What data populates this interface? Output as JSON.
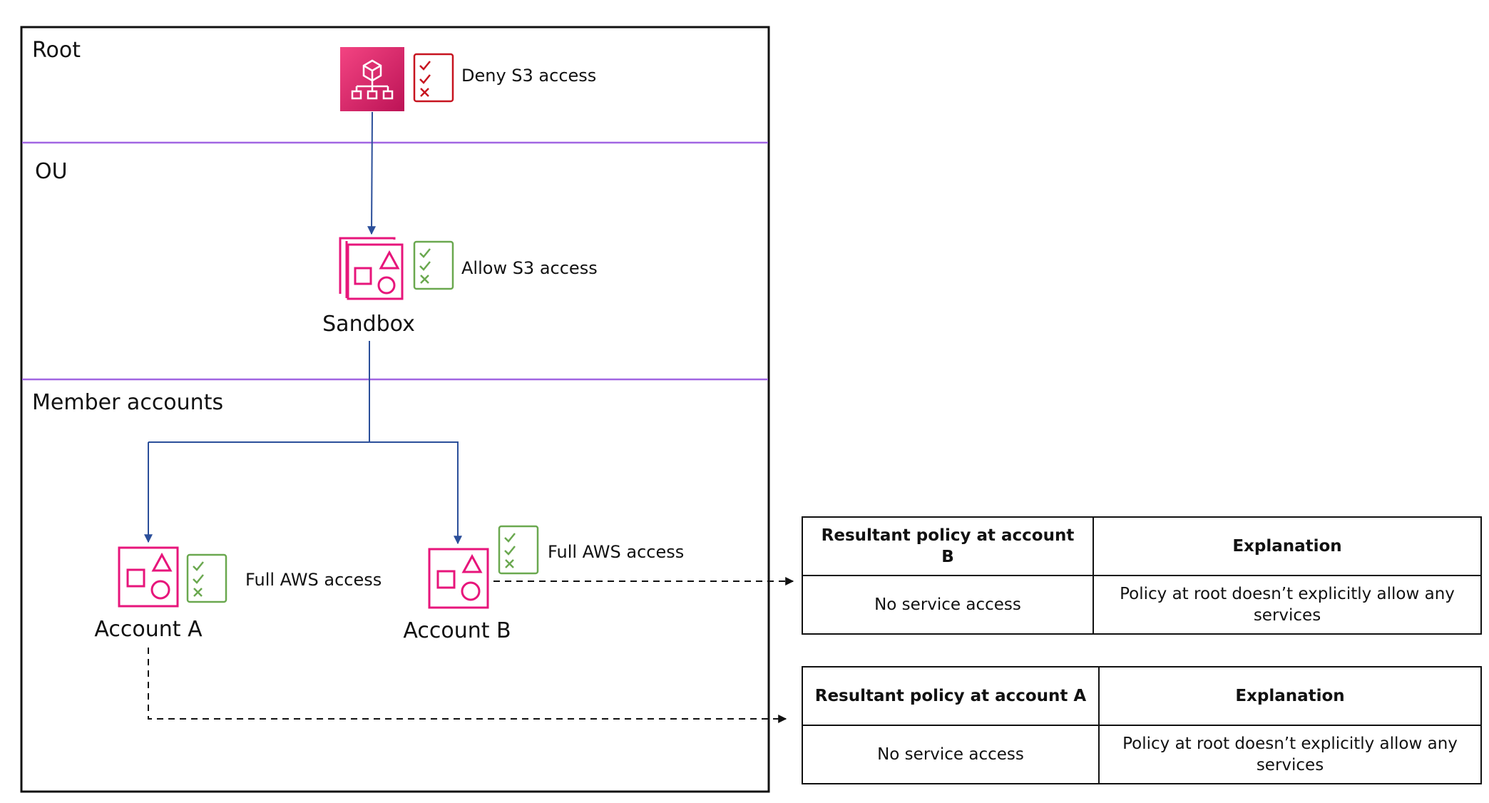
{
  "zones": {
    "root": "Root",
    "ou": "OU",
    "members": "Member accounts"
  },
  "nodes": {
    "root_policy": "Deny S3 access",
    "sandbox": "Sandbox",
    "sandbox_policy": "Allow S3 access",
    "account_a": "Account A",
    "account_a_policy": "Full AWS access",
    "account_b": "Account B",
    "account_b_policy": "Full AWS access"
  },
  "icons": {
    "root": "organizations-management-account-icon",
    "ou": "organizational-unit-icon",
    "account": "member-account-icon",
    "policy": "policy-checklist-icon"
  },
  "colors": {
    "brand_pink": "#e7157b",
    "deny_red": "#c7131f",
    "allow_green": "#6aa84f",
    "zone_divider": "#a166e2",
    "arrow_blue": "#2b4f9a"
  },
  "tables": {
    "account_b": {
      "headers": [
        "Resultant policy at account B",
        "Explanation"
      ],
      "row": [
        "No service access",
        "Policy at root doesn’t explicitly allow any services"
      ]
    },
    "account_a": {
      "headers": [
        "Resultant policy at account A",
        "Explanation"
      ],
      "row": [
        "No service access",
        "Policy at root doesn’t explicitly allow any services"
      ]
    }
  }
}
